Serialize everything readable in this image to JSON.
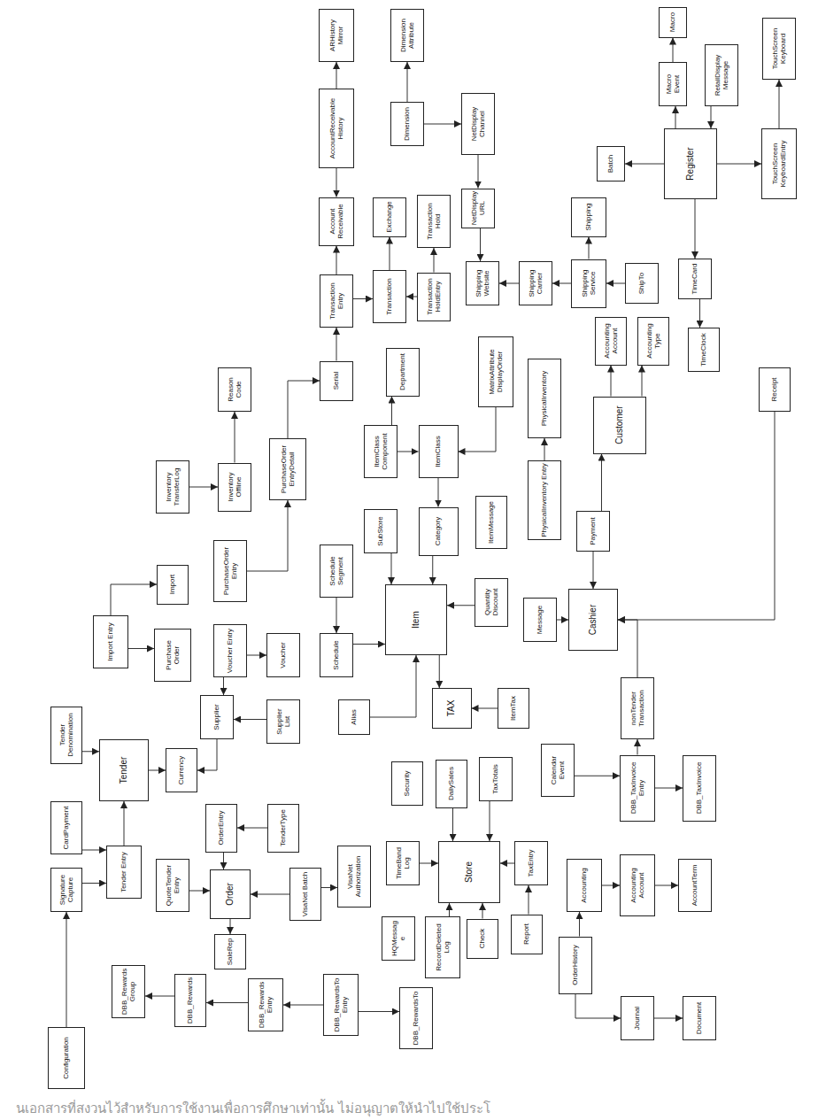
{
  "diagram": {
    "nodes": [
      {
        "text": [
          "ARHistory Mirror"
        ]
      },
      {
        "text": [
          "Dimension Attribute"
        ]
      },
      {
        "text": [
          "Macro"
        ]
      },
      {
        "text": [
          "RetailDisplay Message"
        ]
      },
      {
        "text": [
          "TouchScreen Keyboard"
        ]
      },
      {
        "text": [
          "Macro Event"
        ]
      },
      {
        "text": [
          "AccountReceivable History"
        ]
      },
      {
        "text": [
          "Dimension"
        ]
      },
      {
        "text": [
          "NetDisplay Channel"
        ]
      },
      {
        "text": [
          "Batch"
        ]
      },
      {
        "text": [
          "Register"
        ]
      },
      {
        "text": [
          "TouchScreen KeyboardEntry"
        ]
      },
      {
        "text": [
          "Account Receivable"
        ]
      },
      {
        "text": [
          "Exchange"
        ]
      },
      {
        "text": [
          "Transaction Hold"
        ]
      },
      {
        "text": [
          "NetDisplay URL"
        ]
      },
      {
        "text": [
          "Shipping"
        ]
      },
      {
        "text": [
          "Transaction Entry"
        ]
      },
      {
        "text": [
          "Transaction"
        ]
      },
      {
        "text": [
          "Transaction HoldEntry"
        ]
      },
      {
        "text": [
          "Shipping Website"
        ]
      },
      {
        "text": [
          "Shipping Carrier"
        ]
      },
      {
        "text": [
          "Shipping Service"
        ]
      },
      {
        "text": [
          "ShipTo"
        ]
      },
      {
        "text": [
          "TimeCard"
        ]
      },
      {
        "text": [
          "Accounting Account"
        ]
      },
      {
        "text": [
          "Accounting Type"
        ]
      },
      {
        "text": [
          "TimeClock"
        ]
      },
      {
        "text": [
          "Receipt"
        ]
      },
      {
        "text": [
          "Reason Code"
        ]
      },
      {
        "text": [
          "Serial"
        ]
      },
      {
        "text": [
          "Department"
        ]
      },
      {
        "text": [
          "MatrixAttribute DisplayOrder"
        ]
      },
      {
        "text": [
          "PhysicalInventory"
        ]
      },
      {
        "text": [
          "Customer"
        ]
      },
      {
        "text": [
          "Inventory TransferLog"
        ]
      },
      {
        "text": [
          "Inventory Offline"
        ]
      },
      {
        "text": [
          "PurchaseOrder EntryDetail"
        ]
      },
      {
        "text": [
          "ItemClass Component"
        ]
      },
      {
        "text": [
          "ItemClass"
        ]
      },
      {
        "text": [
          "PhysicalInventory Entry"
        ]
      },
      {
        "text": [
          "Import"
        ]
      },
      {
        "text": [
          "PurchaseOrder Entry"
        ]
      },
      {
        "text": [
          "Schedule Segment"
        ]
      },
      {
        "text": [
          "SubStore"
        ]
      },
      {
        "text": [
          "Category"
        ]
      },
      {
        "text": [
          "ItemMessage"
        ]
      },
      {
        "text": [
          "Payment"
        ]
      },
      {
        "text": [
          "Import Entry"
        ]
      },
      {
        "text": [
          "Purchase Order"
        ]
      },
      {
        "text": [
          "Voucher Entry"
        ]
      },
      {
        "text": [
          "Voucher"
        ]
      },
      {
        "text": [
          "Schedule"
        ]
      },
      {
        "text": [
          "Item"
        ]
      },
      {
        "text": [
          "Quantity Discount"
        ]
      },
      {
        "text": [
          "Message"
        ]
      },
      {
        "text": [
          "Cashier"
        ]
      },
      {
        "text": [
          "Supplier"
        ]
      },
      {
        "text": [
          "Supplier List"
        ]
      },
      {
        "text": [
          "Alias"
        ]
      },
      {
        "text": [
          "TAX"
        ]
      },
      {
        "text": [
          "ItemTax"
        ]
      },
      {
        "text": [
          "nonTender Transaction"
        ]
      },
      {
        "text": [
          "Tender Denomination"
        ]
      },
      {
        "text": [
          "Tender"
        ]
      },
      {
        "text": [
          "Currency"
        ]
      },
      {
        "text": [
          "Security"
        ]
      },
      {
        "text": [
          "DailySales"
        ]
      },
      {
        "text": [
          "TaxTotals"
        ]
      },
      {
        "text": [
          "Calendar Event"
        ]
      },
      {
        "text": [
          "DBB_TaxInvoice Entry"
        ]
      },
      {
        "text": [
          "DBB_TaxInvoice"
        ]
      },
      {
        "text": [
          "CardPayment"
        ]
      },
      {
        "text": [
          "OrderEntry"
        ]
      },
      {
        "text": [
          "TenderType"
        ]
      },
      {
        "text": [
          "Tender Entry"
        ]
      },
      {
        "text": [
          "QuoteTender Entry"
        ]
      },
      {
        "text": [
          "Order"
        ]
      },
      {
        "text": [
          "VisaNet Batch"
        ]
      },
      {
        "text": [
          "VisaNet Authorization"
        ]
      },
      {
        "text": [
          "TimeBand Log"
        ]
      },
      {
        "text": [
          "Store"
        ]
      },
      {
        "text": [
          "TaxEntry"
        ]
      },
      {
        "text": [
          "Accounting"
        ]
      },
      {
        "text": [
          "Accounting Account"
        ]
      },
      {
        "text": [
          "AccountTerm"
        ]
      },
      {
        "text": [
          "Signature Capture"
        ]
      },
      {
        "text": [
          "SaleRep"
        ]
      },
      {
        "text": [
          "HQMessage"
        ]
      },
      {
        "text": [
          "RecordDeleted Log"
        ]
      },
      {
        "text": [
          "Check"
        ]
      },
      {
        "text": [
          "Report"
        ]
      },
      {
        "text": [
          "OrderHistory"
        ]
      },
      {
        "text": [
          "DBB_Rewards Group"
        ]
      },
      {
        "text": [
          "DBB_Rewards"
        ]
      },
      {
        "text": [
          "DBB_Rewards Entry"
        ]
      },
      {
        "text": [
          "DBB_RewardsTo Entry"
        ]
      },
      {
        "text": [
          "DBB_RewardsTo"
        ]
      },
      {
        "text": [
          "Journal"
        ]
      },
      {
        "text": [
          "Document"
        ]
      },
      {
        "text": [
          "Configuration"
        ]
      }
    ],
    "edges": [
      {
        "from": 5,
        "to": 2,
        "arrow": "to"
      },
      {
        "from": 10,
        "to": 5,
        "arrow": "to"
      },
      {
        "from": 3,
        "to": 10,
        "arrow": "to"
      },
      {
        "from": 10,
        "to": 11,
        "arrow": "to"
      },
      {
        "from": 11,
        "to": 4,
        "arrow": "to"
      },
      {
        "from": 10,
        "to": 9,
        "arrow": "to"
      },
      {
        "from": 10,
        "to": 24,
        "arrow": "to"
      },
      {
        "from": 24,
        "to": 27,
        "arrow": "to"
      },
      {
        "from": 6,
        "to": 0,
        "arrow": "to"
      },
      {
        "from": 6,
        "to": 12,
        "arrow": "to"
      },
      {
        "from": 7,
        "to": 1,
        "arrow": "to"
      },
      {
        "from": 7,
        "to": 8,
        "arrow": "to"
      },
      {
        "from": 8,
        "to": 15,
        "arrow": "to"
      },
      {
        "from": 15,
        "to": 20,
        "arrow": "to"
      },
      {
        "from": 21,
        "to": 20,
        "arrow": "to"
      },
      {
        "from": 22,
        "to": 21,
        "arrow": "to"
      },
      {
        "from": 22,
        "to": 16,
        "arrow": "to"
      },
      {
        "from": 23,
        "to": 22,
        "arrow": "to"
      },
      {
        "from": 18,
        "to": 13,
        "arrow": "to"
      },
      {
        "from": 19,
        "to": 14,
        "arrow": "to"
      },
      {
        "from": 19,
        "to": 18,
        "arrow": "to"
      },
      {
        "from": 17,
        "to": 18,
        "arrow": "to"
      },
      {
        "from": 17,
        "to": 12,
        "arrow": "to"
      },
      {
        "from": 30,
        "to": 17,
        "arrow": "to"
      },
      {
        "from": 37,
        "to": 30,
        "arrow": "to"
      },
      {
        "from": 36,
        "to": 29,
        "arrow": "to"
      },
      {
        "from": 35,
        "to": 36,
        "arrow": "to"
      },
      {
        "from": 42,
        "to": 37,
        "arrow": "to"
      },
      {
        "from": 48,
        "to": 41,
        "arrow": "to"
      },
      {
        "from": 48,
        "to": 49,
        "arrow": "to"
      },
      {
        "from": 50,
        "to": 51,
        "arrow": "to"
      },
      {
        "from": 50,
        "to": 57,
        "arrow": "to"
      },
      {
        "from": 43,
        "to": 52,
        "arrow": "to"
      },
      {
        "from": 52,
        "to": 53,
        "arrow": "to"
      },
      {
        "from": 58,
        "to": 57,
        "arrow": "to"
      },
      {
        "from": 57,
        "to": 65,
        "arrow": "to"
      },
      {
        "from": 64,
        "to": 65,
        "arrow": "to"
      },
      {
        "from": 63,
        "to": 64,
        "arrow": "to"
      },
      {
        "from": 75,
        "to": 64,
        "arrow": "to"
      },
      {
        "from": 72,
        "to": 75,
        "arrow": "to"
      },
      {
        "from": 86,
        "to": 75,
        "arrow": "to"
      },
      {
        "from": 76,
        "to": 77,
        "arrow": "to"
      },
      {
        "from": 73,
        "to": 77,
        "arrow": "to"
      },
      {
        "from": 77,
        "to": 87,
        "arrow": "to"
      },
      {
        "from": 74,
        "to": 73,
        "arrow": "to"
      },
      {
        "from": 94,
        "to": 93,
        "arrow": "to"
      },
      {
        "from": 95,
        "to": 94,
        "arrow": "to"
      },
      {
        "from": 96,
        "to": 95,
        "arrow": "to"
      },
      {
        "from": 96,
        "to": 97,
        "arrow": "to"
      },
      {
        "from": 78,
        "to": 79,
        "arrow": "to"
      },
      {
        "from": 78,
        "to": 77,
        "arrow": "to"
      },
      {
        "from": 80,
        "to": 81,
        "arrow": "to"
      },
      {
        "from": 89,
        "to": 81,
        "arrow": "to"
      },
      {
        "from": 90,
        "to": 81,
        "arrow": "to"
      },
      {
        "from": 91,
        "to": 82,
        "arrow": "to"
      },
      {
        "from": 82,
        "to": 81,
        "arrow": "to"
      },
      {
        "from": 67,
        "to": 81,
        "arrow": "to"
      },
      {
        "from": 68,
        "to": 81,
        "arrow": "to"
      },
      {
        "from": 61,
        "to": 60,
        "arrow": "to"
      },
      {
        "from": 53,
        "to": 60,
        "arrow": "to"
      },
      {
        "from": 83,
        "to": 84,
        "arrow": "to"
      },
      {
        "from": 84,
        "to": 85,
        "arrow": "to"
      },
      {
        "from": 92,
        "to": 98,
        "arrow": "to"
      },
      {
        "from": 98,
        "to": 99,
        "arrow": "to"
      },
      {
        "from": 92,
        "to": 83,
        "arrow": "to"
      },
      {
        "from": 70,
        "to": 71,
        "arrow": "to"
      },
      {
        "from": 70,
        "to": 62,
        "arrow": "to"
      },
      {
        "from": 62,
        "to": 56,
        "arrow": "to"
      },
      {
        "from": 55,
        "to": 56,
        "arrow": "to"
      },
      {
        "from": 47,
        "to": 56,
        "arrow": "to"
      },
      {
        "from": 47,
        "to": 34,
        "arrow": "to"
      },
      {
        "from": 34,
        "to": 25,
        "arrow": "to"
      },
      {
        "from": 34,
        "to": 26,
        "arrow": "to"
      },
      {
        "from": 28,
        "to": 56,
        "arrow": "to"
      },
      {
        "from": 40,
        "to": 33,
        "arrow": "to"
      },
      {
        "from": 32,
        "to": 39,
        "arrow": "to"
      },
      {
        "from": 38,
        "to": 39,
        "arrow": "to"
      },
      {
        "from": 45,
        "to": 53,
        "arrow": "to"
      },
      {
        "from": 44,
        "to": 53,
        "arrow": "to"
      },
      {
        "from": 39,
        "to": 45,
        "arrow": "to"
      },
      {
        "from": 54,
        "to": 53,
        "arrow": "to"
      },
      {
        "from": 59,
        "to": 53,
        "arrow": "to"
      },
      {
        "from": 38,
        "to": 31,
        "arrow": "to"
      },
      {
        "from": 100,
        "to": 86,
        "arrow": "to"
      },
      {
        "from": 69,
        "to": 70,
        "arrow": "to"
      }
    ],
    "labels": [
      "นเอกสารที่สงวนไว้สำหรับการใช้งานเพื่อการศึกษาเท่านั้น ไม่อนุญาตให้นำไปใช้ประโ"
    ]
  }
}
